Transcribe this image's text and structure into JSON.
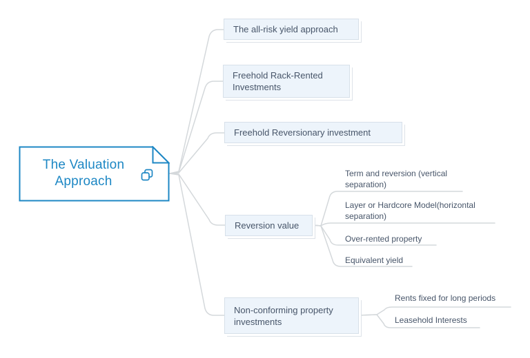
{
  "root": {
    "label": "The Valuation Approach",
    "icon": "clone-icon"
  },
  "branches": [
    {
      "label": "The all-risk yield approach",
      "children": []
    },
    {
      "label": "Freehold Rack-Rented Investments",
      "children": []
    },
    {
      "label": "Freehold Reversionary investment",
      "children": []
    },
    {
      "label": "Reversion value",
      "children": [
        "Term and reversion (vertical separation)",
        "Layer or Hardcore Model(horizontal separation)",
        "Over-rented property",
        "Equivalent yield"
      ]
    },
    {
      "label": "Non-conforming property investments",
      "children": [
        "Rents fixed for long periods",
        "Leasehold Interests"
      ]
    }
  ],
  "colors": {
    "accent_blue": "#1d87c4",
    "node_fill": "#edf4fb",
    "node_border": "#d7e0e9",
    "text_slate": "#475569",
    "connector_gray": "#d4d8db"
  }
}
